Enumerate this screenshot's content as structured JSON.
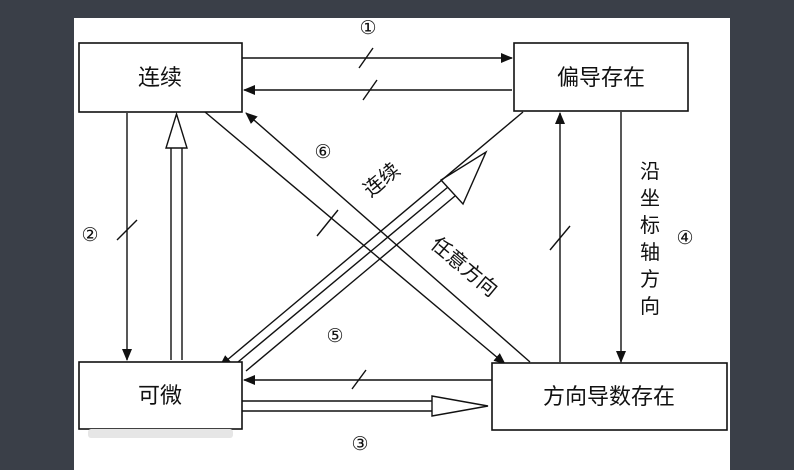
{
  "nodes": {
    "continuous": "连续",
    "partial_exists": "偏导存在",
    "differentiable": "可微",
    "directional_exists": "方向导数存在"
  },
  "markers": {
    "m1": "①",
    "m2": "②",
    "m3": "③",
    "m4": "④",
    "m5": "⑤",
    "m6": "⑥"
  },
  "edge_labels": {
    "continuous_inline": "连续",
    "any_direction": "任意方向",
    "along_axis": "沿坐标轴方向"
  },
  "colors": {
    "background": "#3a3f48",
    "panel": "#ffffff",
    "ink": "#111111"
  }
}
